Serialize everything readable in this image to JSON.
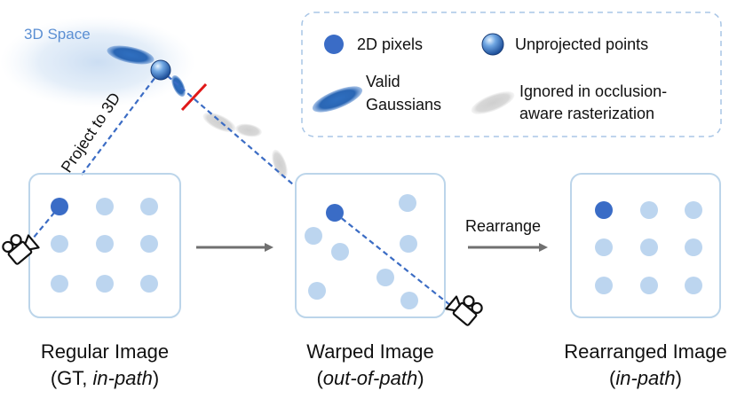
{
  "space_label": "3D Space",
  "project_label": "Project to 3D",
  "rearrange_label": "Rearrange",
  "legend": {
    "pixels": "2D pixels",
    "unprojected": "Unprojected points",
    "valid_line1": "Valid",
    "valid_line2": "Gaussians",
    "ignored_line1": "Ignored in occlusion-",
    "ignored_line2": "aware rasterization"
  },
  "captions": {
    "regular_title": "Regular Image",
    "regular_sub_a": "(GT, ",
    "regular_sub_b": "in-path",
    "regular_sub_c": ")",
    "warped_title": "Warped Image",
    "warped_sub_a": "(",
    "warped_sub_b": "out-of-path",
    "warped_sub_c": ")",
    "rearranged_title": "Rearranged Image",
    "rearranged_sub_a": "(",
    "rearranged_sub_b": "in-path",
    "rearranged_sub_c": ")"
  },
  "colors": {
    "pixel_dark": "#3a6cc6",
    "pixel_light": "#bcd5ef",
    "panel_border": "#bcd5ea",
    "gaussian_valid": "#2a68b8",
    "gaussian_ignored": "#d4d4d4",
    "ray": "#3b6cc4",
    "arrow": "#707070",
    "occlusion_mark": "#e01818"
  },
  "icons": {
    "camera": "camera-icon",
    "sphere": "sphere-icon"
  }
}
